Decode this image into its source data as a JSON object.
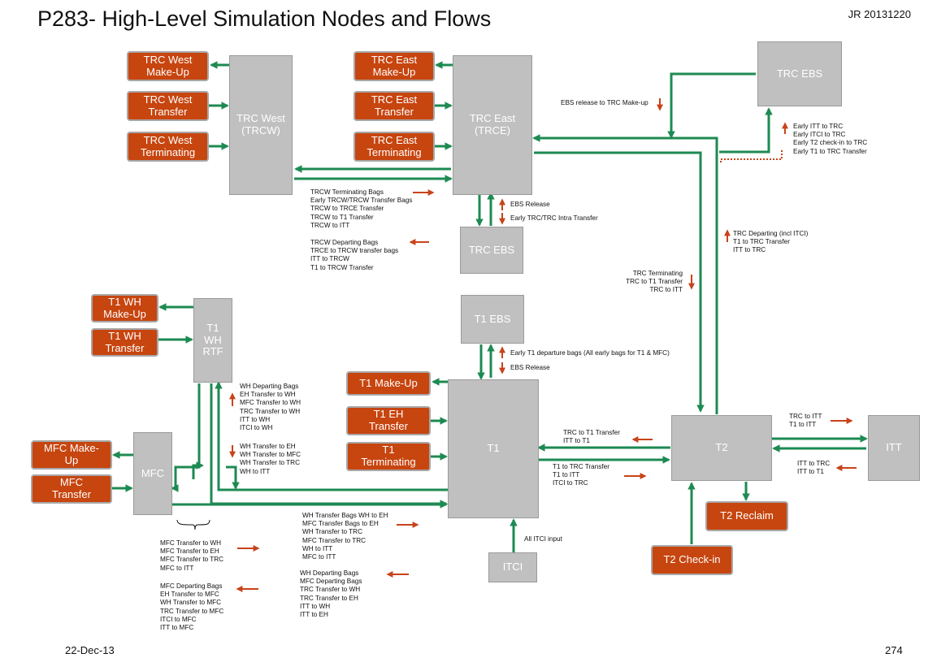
{
  "header": {
    "title": "P283- High-Level Simulation Nodes and Flows",
    "ref": "JR 20131220"
  },
  "footer": {
    "date": "22-Dec-13",
    "page": "274"
  },
  "colors": {
    "flow": "#1d8a52",
    "arrow": "#c8431a",
    "node_gray": "#c0c0c0",
    "node_red": "#c7450f"
  },
  "nodes": {
    "trc_west": "TRC West\n(TRCW)",
    "trc_east": "TRC East\n(TRCE)",
    "trc_ebs_top": "TRC EBS",
    "trc_ebs_mid": "TRC EBS",
    "t1_wh_rtf": "T1\nWH\nRTF",
    "t1_ebs": "T1 EBS",
    "t1": "T1",
    "t2": "T2",
    "itt": "ITT",
    "mfc": "MFC",
    "itci": "ITCI",
    "trcw_makeup": "TRC West\nMake-Up",
    "trcw_transfer": "TRC West\nTransfer",
    "trcw_terminating": "TRC West\nTerminating",
    "trce_makeup": "TRC East\nMake-Up",
    "trce_transfer": "TRC East\nTransfer",
    "trce_terminating": "TRC East\nTerminating",
    "t1wh_makeup": "T1 WH\nMake-Up",
    "t1wh_transfer": "T1 WH\nTransfer",
    "t1_makeup": "T1 Make-Up",
    "t1_eh_transfer": "T1 EH\nTransfer",
    "t1_terminating": "T1\nTerminating",
    "mfc_makeup": "MFC Make-\nUp",
    "mfc_transfer": "MFC\nTransfer",
    "t2_reclaim": "T2 Reclaim",
    "t2_checkin": "T2 Check-in"
  },
  "labels": {
    "ebs_release_trc_makeup": "EBS release to TRC Make-up",
    "early_to_trc": "Early ITT to TRC\nEarly ITCI to TRC\nEarly T2 check-in to TRC\nEarly T1 to TRC Transfer",
    "trcw_out": "TRCW Terminating Bags\nEarly TRCW/TRCW Transfer Bags\nTRCW to TRCE Transfer\nTRCW to T1 Transfer\nTRCW to ITT",
    "trcw_in": "TRCW Departing Bags\nTRCE to TRCW transfer bags\nITT to TRCW\nT1 to TRCW Transfer",
    "ebs_release_mid": "EBS Release",
    "early_trc_intra": "Early TRC/TRC Intra Transfer",
    "trc_departing": "TRC Departing (incl ITCI)\nT1 to TRC Transfer\nITT to TRC",
    "trc_terminating": "TRC Terminating\nTRC to T1 Transfer\nTRC to ITT",
    "early_t1_departure": "Early T1 departure bags (All early bags for T1 & MFC)",
    "ebs_release_t1": "EBS Release",
    "wh_departing": "WH Departing Bags\nEH Transfer to WH\nMFC Transfer to WH\nTRC Transfer to WH\nITT to WH\nITCI to WH",
    "wh_transfer": "WH Transfer to EH\nWH Transfer to MFC\nWH Transfer to TRC\nWH to ITT",
    "trc_to_t1": "TRC to T1 Transfer\nITT to T1",
    "t1_to_trc": "T1 to TRC Transfer\nT1 to ITT\nITCI to TRC",
    "trc_to_itt": "TRC to ITT\nT1 to ITT",
    "itt_to_trc": "ITT to TRC\nITT to T1",
    "wh_transfer_bags": "WH Transfer Bags WH to EH\nMFC Transfer Bags to EH\nWH Transfer to TRC\nMFC Transfer to TRC\nWH to ITT\nMFC to ITT",
    "wh_departing_bags": "WH Departing Bags\nMFC Departing Bags\nTRC Transfer to WH\nTRC Transfer to EH\nITT to WH\nITT to EH",
    "mfc_transfer": "MFC Transfer to WH\nMFC Transfer to EH\nMFC Transfer to TRC\nMFC to ITT",
    "mfc_departing": "MFC Departing Bags\nEH Transfer to MFC\nWH Transfer to MFC\nTRC Transfer to MFC\nITCI to MFC\nITT to MFC",
    "all_itci_input": "All ITCI input"
  }
}
